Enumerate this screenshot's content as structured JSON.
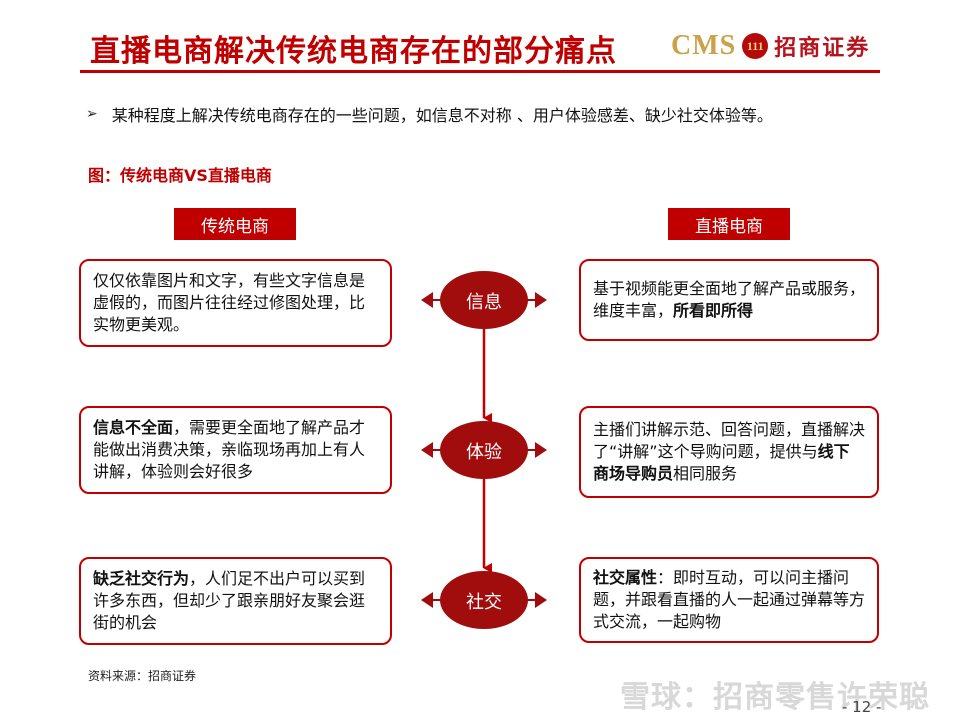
{
  "header": {
    "title": "直播电商解决传统电商存在的部分痛点",
    "logo_cms": "CMS",
    "logo_mark": "111",
    "logo_cn": "招商证券"
  },
  "bullet": "某种程度上解决传统电商存在的一些问题，如信息不对称 、用户体验感差、缺少社交体验等。",
  "figure_title": "图：传统电商VS直播电商",
  "columns": {
    "left": "传统电商",
    "right": "直播电商"
  },
  "nodes": [
    "信息",
    "体验",
    "社交"
  ],
  "left_boxes": [
    {
      "bold": "",
      "text": "仅仅依靠图片和文字，有些文字信息是虚假的，而图片往往经过修图处理，比实物更美观。"
    },
    {
      "bold": "信息不全面",
      "text": "，需要更全面地了解产品才能做出消费决策，亲临现场再加上有人讲解，体验则会好很多"
    },
    {
      "bold": "缺乏社交行为",
      "text": "，人们足不出户可以买到许多东西，但却少了跟亲朋好友聚会逛街的机会"
    }
  ],
  "right_boxes": [
    {
      "pre": "基于视频能更全面地了解产品或服务，维度丰富，",
      "bold": "所看即所得",
      "post": ""
    },
    {
      "pre": "主播们讲解示范、回答问题，直播解决了“讲解”这个导购问题，提供与",
      "bold": "线下商场导购员",
      "post": "相同服务"
    },
    {
      "pre": "",
      "bold": "社交属性",
      "post": "：即时互动，可以问主播问题，并跟看直播的人一起通过弹幕等方式交流，一起购物"
    }
  ],
  "source": "资料来源：招商证券",
  "watermark": "雪球：招商零售许荣聪",
  "page_number": "- 12 -",
  "colors": {
    "accent": "#c00000",
    "node": "#a10c0c",
    "gold": "#c9a24a"
  }
}
